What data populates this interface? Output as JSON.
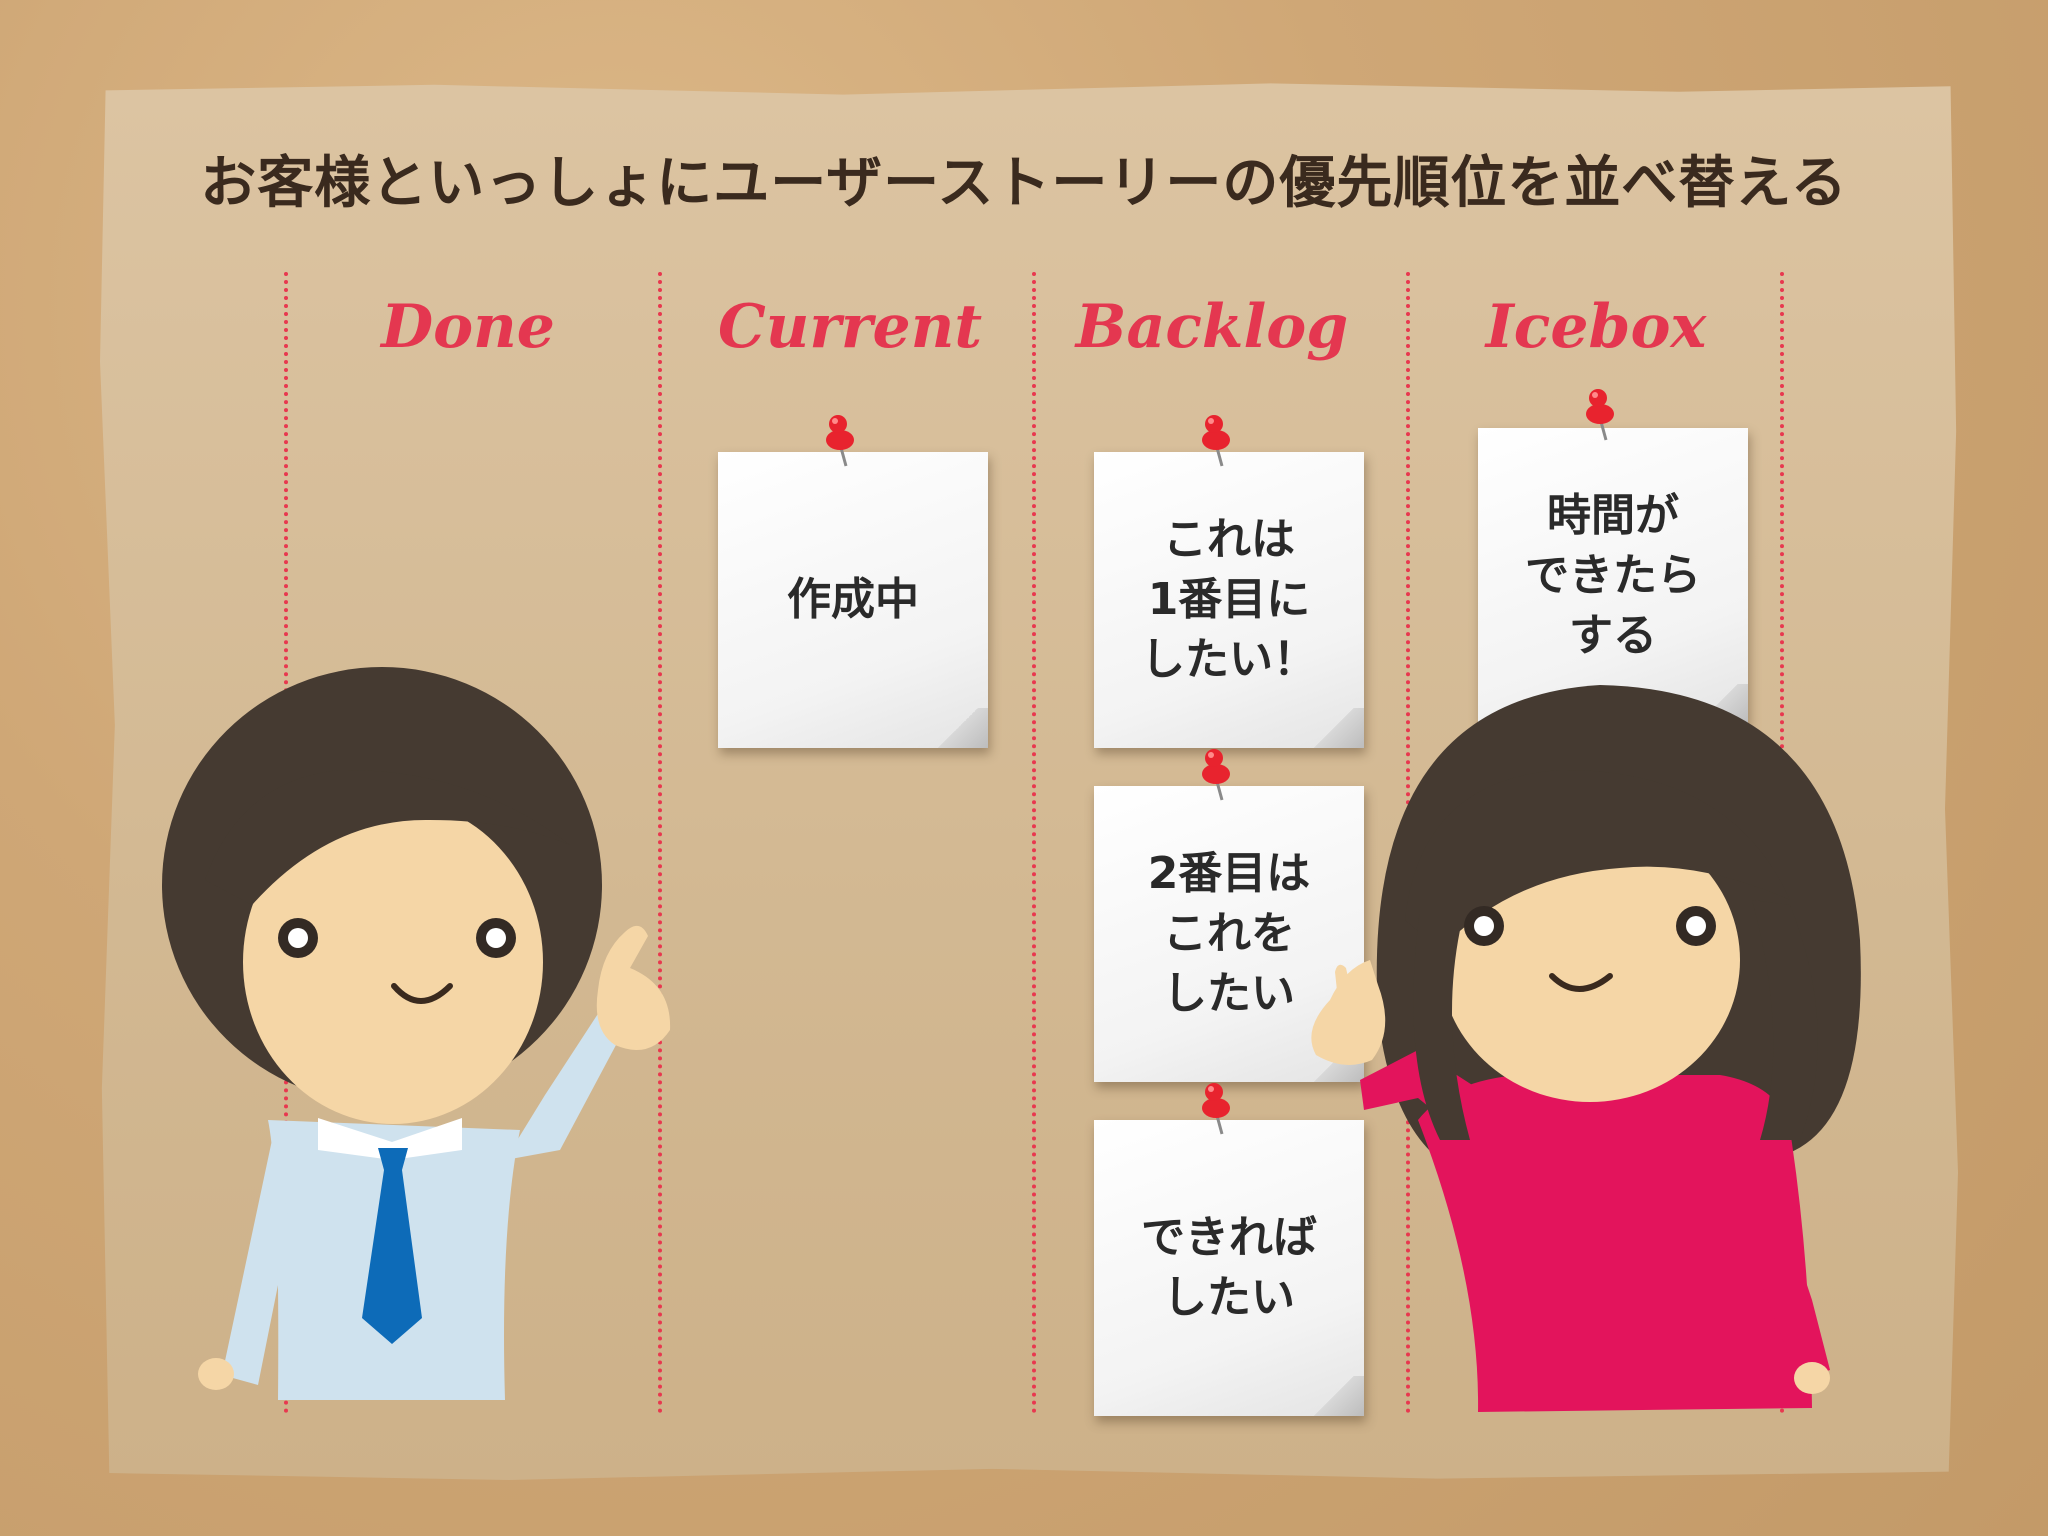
{
  "title": "お客様といっしょにユーザーストーリーの優先順位を並べ替える",
  "columns": [
    {
      "label": "Done"
    },
    {
      "label": "Current"
    },
    {
      "label": "Backlog"
    },
    {
      "label": "Icebox"
    }
  ],
  "notes": {
    "current_1": "作成中",
    "backlog_1": "これは\n1番目に\nしたい！",
    "backlog_2": "2番目は\nこれを\nしたい",
    "backlog_3": "できれば\nしたい",
    "icebox_1": "時間が\nできたら\nする"
  },
  "colors": {
    "heading": "#e43750",
    "divider": "#e8384f",
    "pin": "#e8232e",
    "man_shirt": "#cfe2ee",
    "man_tie": "#0d6bb8",
    "woman_shirt": "#e3145c",
    "hair": "#453a31",
    "skin": "#f5d6a6"
  },
  "icons": [
    "push-pin-icon"
  ]
}
